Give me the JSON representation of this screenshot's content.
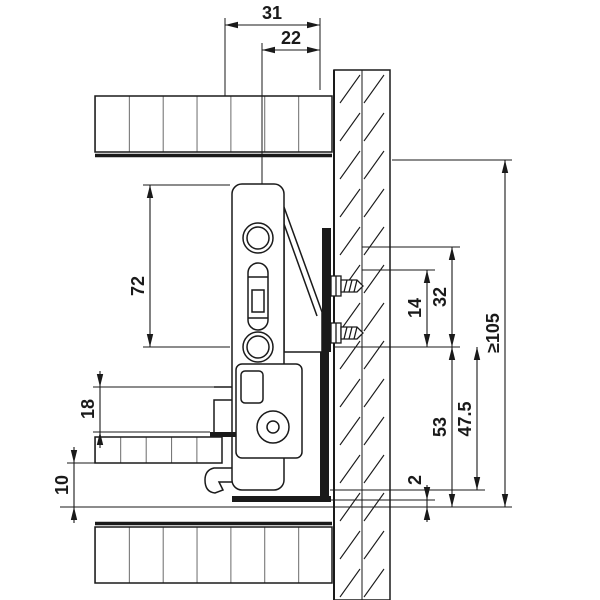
{
  "diagram": {
    "type": "drawer-runner-installation-cross-section",
    "colors": {
      "line": "#1a1a1a",
      "background": "#ffffff",
      "fill": "#ffffff"
    },
    "labels": {
      "dim31": "31",
      "dim22": "22",
      "dim72": "72",
      "dim18": "18",
      "dim10": "10",
      "dim14": "14",
      "dim32": "32",
      "dim105": "≥105",
      "dim53": "53",
      "dim47_5": "47.5",
      "dim2": "2"
    }
  }
}
